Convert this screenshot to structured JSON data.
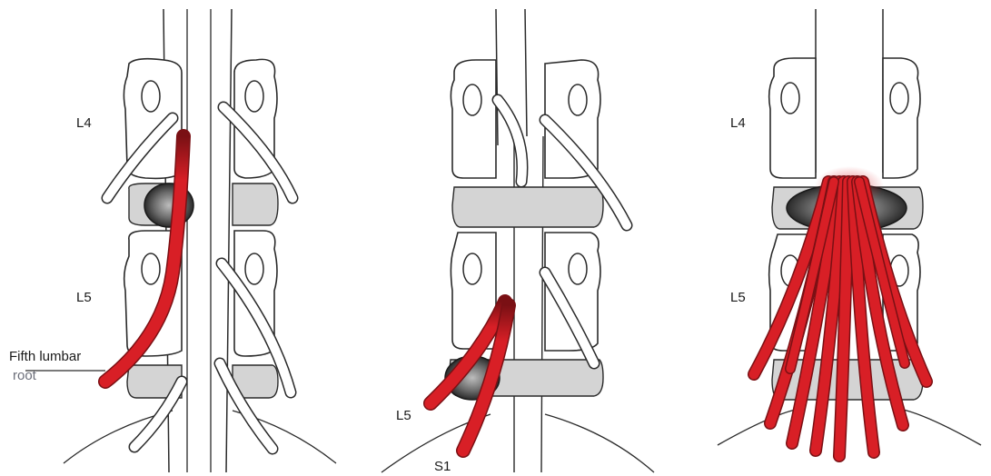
{
  "panels": [
    {
      "id": "panel-lateral-herniation",
      "labels": {
        "upper_vertebra": "L4",
        "lower_vertebra": "L5",
        "root_label_line1": "Fifth lumbar",
        "root_label_line2": "root"
      }
    },
    {
      "id": "panel-central-herniation",
      "labels": {
        "upper_root": "L5",
        "lower_root": "S1"
      }
    },
    {
      "id": "panel-massive-herniation",
      "labels": {
        "upper_vertebra": "L4",
        "lower_vertebra": "L5"
      }
    }
  ],
  "colors": {
    "nerve_red": "#d81f26",
    "bone_outline": "#2a2a2a",
    "disc_grey": "#d4d4d4",
    "herniation_dark": "#303030"
  }
}
